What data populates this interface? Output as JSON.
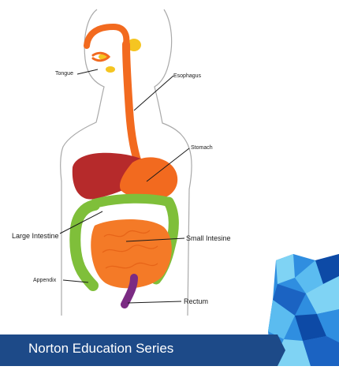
{
  "labels": {
    "tongue": "Tongue",
    "esophagus": "Esophagus",
    "stomach": "Stomach",
    "large_intestine": "Large Intestine",
    "small_intestine": "Small Intesine",
    "appendix": "Appendix",
    "rectum": "Rectum"
  },
  "banner": {
    "text": "Norton Education Series"
  },
  "colors": {
    "esophagus": "#f26a1f",
    "liver": "#b62a2b",
    "large_intestine": "#7fbf3a",
    "small_intestine": "#f47a27",
    "rectum": "#7b2b83",
    "gland": "#f5c521",
    "outline": "#a9a9a9",
    "banner": "#1d4a88",
    "mosaic_light": "#7fd3f4",
    "mosaic_dark": "#0d4aa6"
  }
}
